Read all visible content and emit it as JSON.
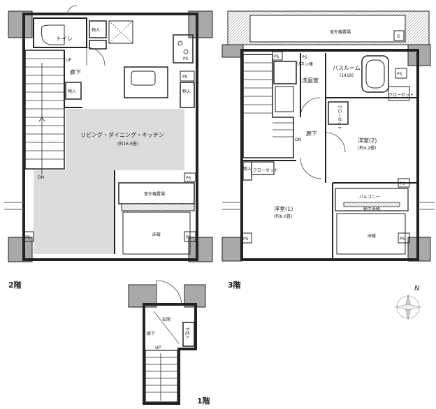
{
  "floors": {
    "f2": {
      "label": "2階",
      "rooms": {
        "toilet": "トイレ",
        "hall": "廊下",
        "ldk": "リビング・ダイニング・キッチン",
        "ldk_area": "(約16.9畳)",
        "outdoor_unit": "室外機置場",
        "window": "床暖"
      },
      "storage": [
        "物入",
        "物入",
        "物入"
      ],
      "stairs": {
        "up": "UP",
        "dn": "DN"
      },
      "ps": [
        "PS",
        "PS",
        "PS",
        "PS",
        "PS"
      ]
    },
    "f3": {
      "label": "3階",
      "rooms": {
        "outdoor_unit": "室外機置場",
        "linen": "リネン庫",
        "washroom": "洗面室",
        "bathroom": "バスルーム",
        "bath_size": "(1418)",
        "hall": "廊下",
        "bedroom2": "洋室(2)",
        "bedroom2_area": "(約4.2畳)",
        "bedroom1": "洋室(1)",
        "bedroom1_area": "(約6.0畳)",
        "balcony": "バルコニー",
        "laundry": "物干金物",
        "window": "床暖"
      },
      "closets": [
        "クローゼット",
        "クローゼット",
        "クローゼット"
      ],
      "storage": [
        "物入"
      ],
      "stairs": {
        "dn": "DN"
      },
      "ps": [
        "PS",
        "PS",
        "PS",
        "PS",
        "PS",
        "PS"
      ],
      "g": "G"
    },
    "f1": {
      "label": "1階",
      "rooms": {
        "entrance": "玄関",
        "hall": "廊下",
        "shoes": "下足入"
      },
      "stairs": {
        "up": "UP"
      }
    }
  },
  "compass": "N"
}
